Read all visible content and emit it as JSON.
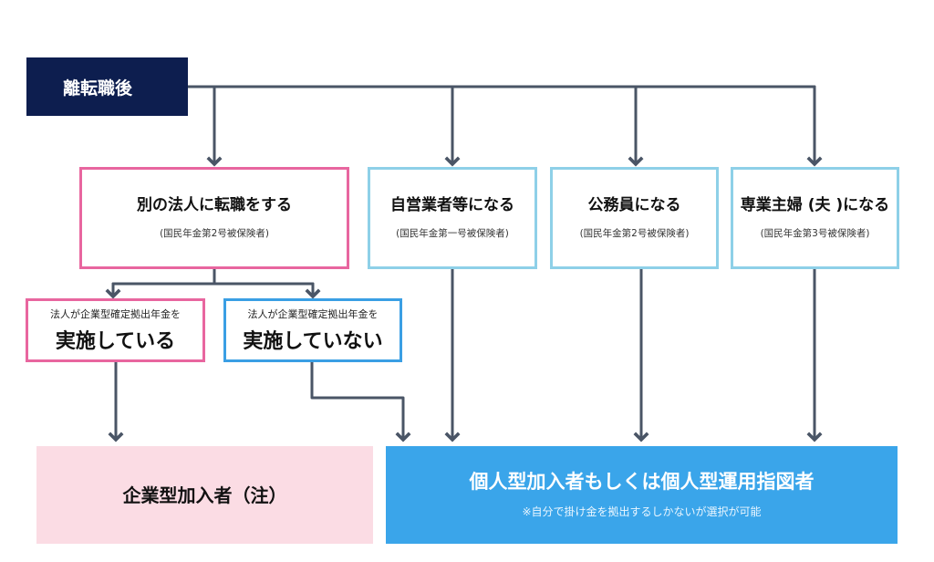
{
  "start": {
    "label": "離転職後"
  },
  "options": [
    {
      "id": "corp",
      "title": "別の法人に転職をする",
      "sub": "(国民年金第2号被保険者)"
    },
    {
      "id": "self",
      "title": "自営業者等になる",
      "sub": "(国民年金第一号被保険者)"
    },
    {
      "id": "civil",
      "title": "公務員になる",
      "sub": "(国民年金第2号被保険者)"
    },
    {
      "id": "spouse",
      "title": "専業主婦 (夫 )になる",
      "sub": "(国民年金第3号被保険者)"
    }
  ],
  "branches": [
    {
      "id": "yes",
      "top": "法人が企業型確定拠出年金を",
      "main": "実施している"
    },
    {
      "id": "no",
      "top": "法人が企業型確定拠出年金を",
      "main": "実施していない"
    }
  ],
  "results": {
    "corporate": {
      "title": "企業型加入者（注）"
    },
    "individual": {
      "title": "個人型加入者もしくは個人型運用指図者",
      "note": "※自分で掛け金を拠出するしかないが選択が可能"
    }
  },
  "colors": {
    "start_bg": "#0d1e4f",
    "connector": "#4a5566",
    "pink_border": "#e8669f",
    "blue_border": "#3a9fe4",
    "light_blue_border": "#8ed0e8",
    "pink_fill": "#fbdce4",
    "blue_fill": "#3aa5ea"
  }
}
